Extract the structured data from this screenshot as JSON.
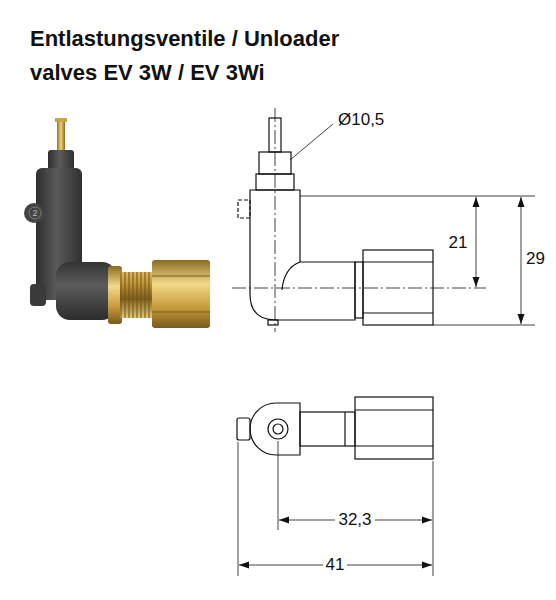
{
  "diagram": {
    "title": "Entlastungsventile / Unloader valves EV 3W / EV 3Wi",
    "labels": [
      "Ø10,5",
      "21",
      "29",
      "32,3",
      "41",
      "2"
    ]
  }
}
